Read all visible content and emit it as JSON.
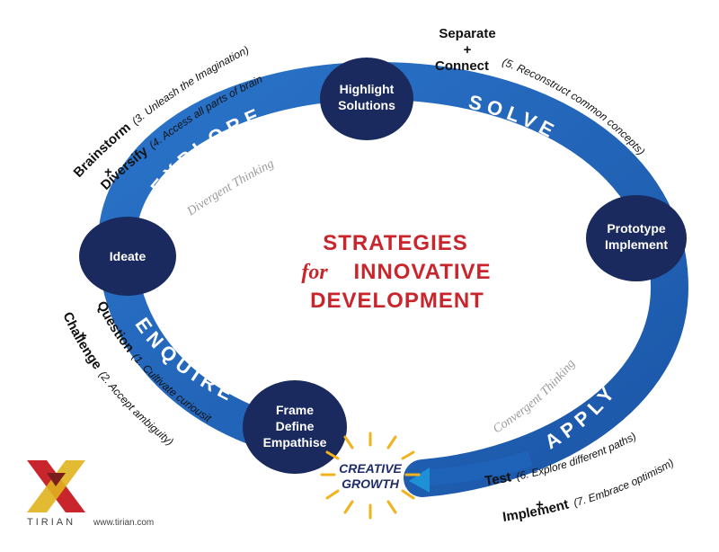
{
  "title": {
    "line1": "STRATEGIES",
    "for": "for",
    "line2": "INNOVATIVE",
    "line3": "DEVELOPMENT"
  },
  "nodes": {
    "highlight": [
      "Highlight",
      "Solutions"
    ],
    "ideate": [
      "Ideate"
    ],
    "prototype": [
      "Prototype",
      "Implement"
    ],
    "frame": [
      "Frame",
      "Define",
      "Empathise"
    ]
  },
  "bands": {
    "explore": "EXPLORE",
    "solve": "SOLVE",
    "enquire": "ENQUIRE",
    "apply": "APPLY"
  },
  "thinking": {
    "divergent": "Divergent Thinking",
    "convergent": "Convergent Thinking"
  },
  "sides": {
    "brainstorm": {
      "word": "Brainstorm",
      "note": "(3. Unleash the Imagination)"
    },
    "diversify": {
      "word": "Diversify",
      "note": "(4. Access all parts of brain)"
    },
    "separate": {
      "word": "Separate",
      "connect": "Connect",
      "note": "(5. Reconstruct common concepts)"
    },
    "question": {
      "word": "Question",
      "note": "(1. Cultivate curiousity)"
    },
    "challenge": {
      "word": "Challenge",
      "note": "(2. Accept ambiguity)"
    },
    "test": {
      "word": "Test",
      "note": "(6. Explore different paths)"
    },
    "implement": {
      "word": "Implement",
      "note": "(7. Embrace optimism)"
    },
    "plus": "+"
  },
  "creative_growth": [
    "CREATIVE",
    "GROWTH"
  ],
  "logo": {
    "name": "TIRIAN",
    "url": "www.tirian.com"
  },
  "colors": {
    "ring": "#1e63b8",
    "node": "#1a2a5e",
    "title": "#c8262c",
    "burst": "#f2b21b"
  }
}
